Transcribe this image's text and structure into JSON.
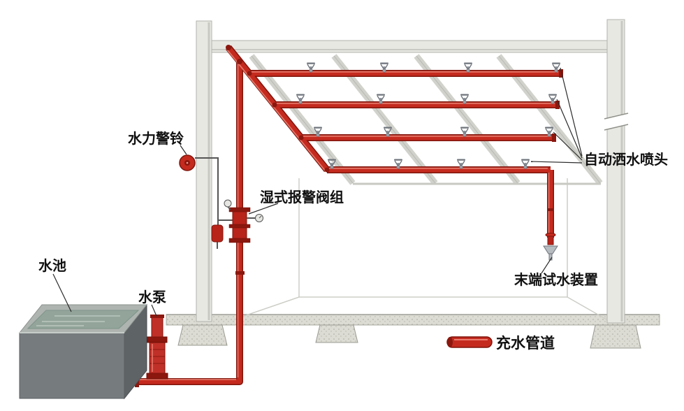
{
  "labels": {
    "hydraulic_alarm_bell": "水力警铃",
    "wet_alarm_valve_group": "湿式报警阀组",
    "automatic_sprinkler_heads": "自动洒水喷头",
    "end_test_device": "末端试水装置",
    "water_tank": "水池",
    "water_pump": "水泵"
  },
  "legend": {
    "water_filled_pipe": "充水管道"
  },
  "colors": {
    "pipe_red": "#c52a1e",
    "pipe_dark": "#7f150c",
    "pipe_highlight": "#e87d70",
    "structure_gray": "#e8e8e3",
    "water_green": "#93a59b",
    "label_text": "#111111",
    "background": "#ffffff"
  },
  "structure": {
    "branch_lines": 4,
    "sprinklers_per_branch": 4
  }
}
